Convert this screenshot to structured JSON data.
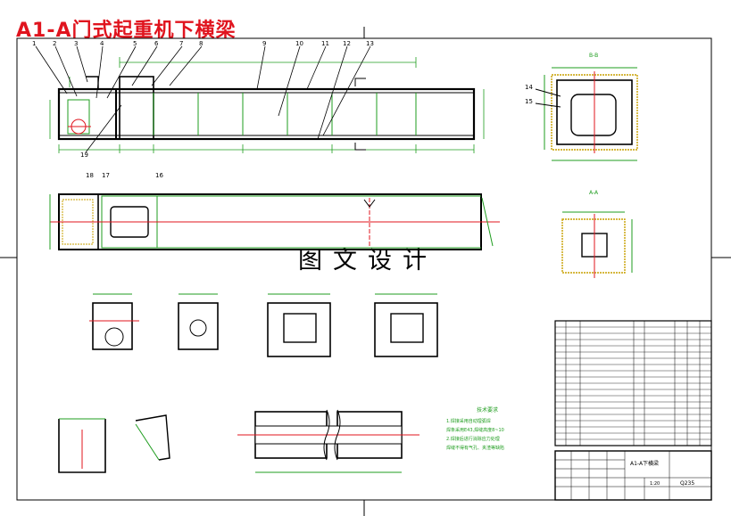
{
  "title": "A1-A门式起重机下横梁",
  "watermark": "图文设计",
  "part_numbers": [
    "1",
    "2",
    "3",
    "4",
    "5",
    "6",
    "7",
    "8",
    "9",
    "10",
    "11",
    "12",
    "13",
    "14",
    "15",
    "16",
    "17",
    "18",
    "19"
  ],
  "view_labels": {
    "b_b": "B-B",
    "a_a": "A-A"
  },
  "tech_requirements": {
    "heading": "技术要求",
    "lines": [
      "1.焊接采用自动埋弧焊",
      "焊条采用E43,焊缝高度8~10",
      "2.焊接后进行消除应力处理",
      "焊缝不得有气孔、夹渣等缺陷"
    ]
  },
  "title_block": {
    "drawing_name": "A1-A下横梁",
    "material_cell": "Q235",
    "scale_cell": "1:20"
  },
  "colors": {
    "outline": "#000000",
    "dimension": "#1f9d1f",
    "centerline": "#e0141e",
    "hidden": "#c8a000",
    "frame": "#000000"
  }
}
